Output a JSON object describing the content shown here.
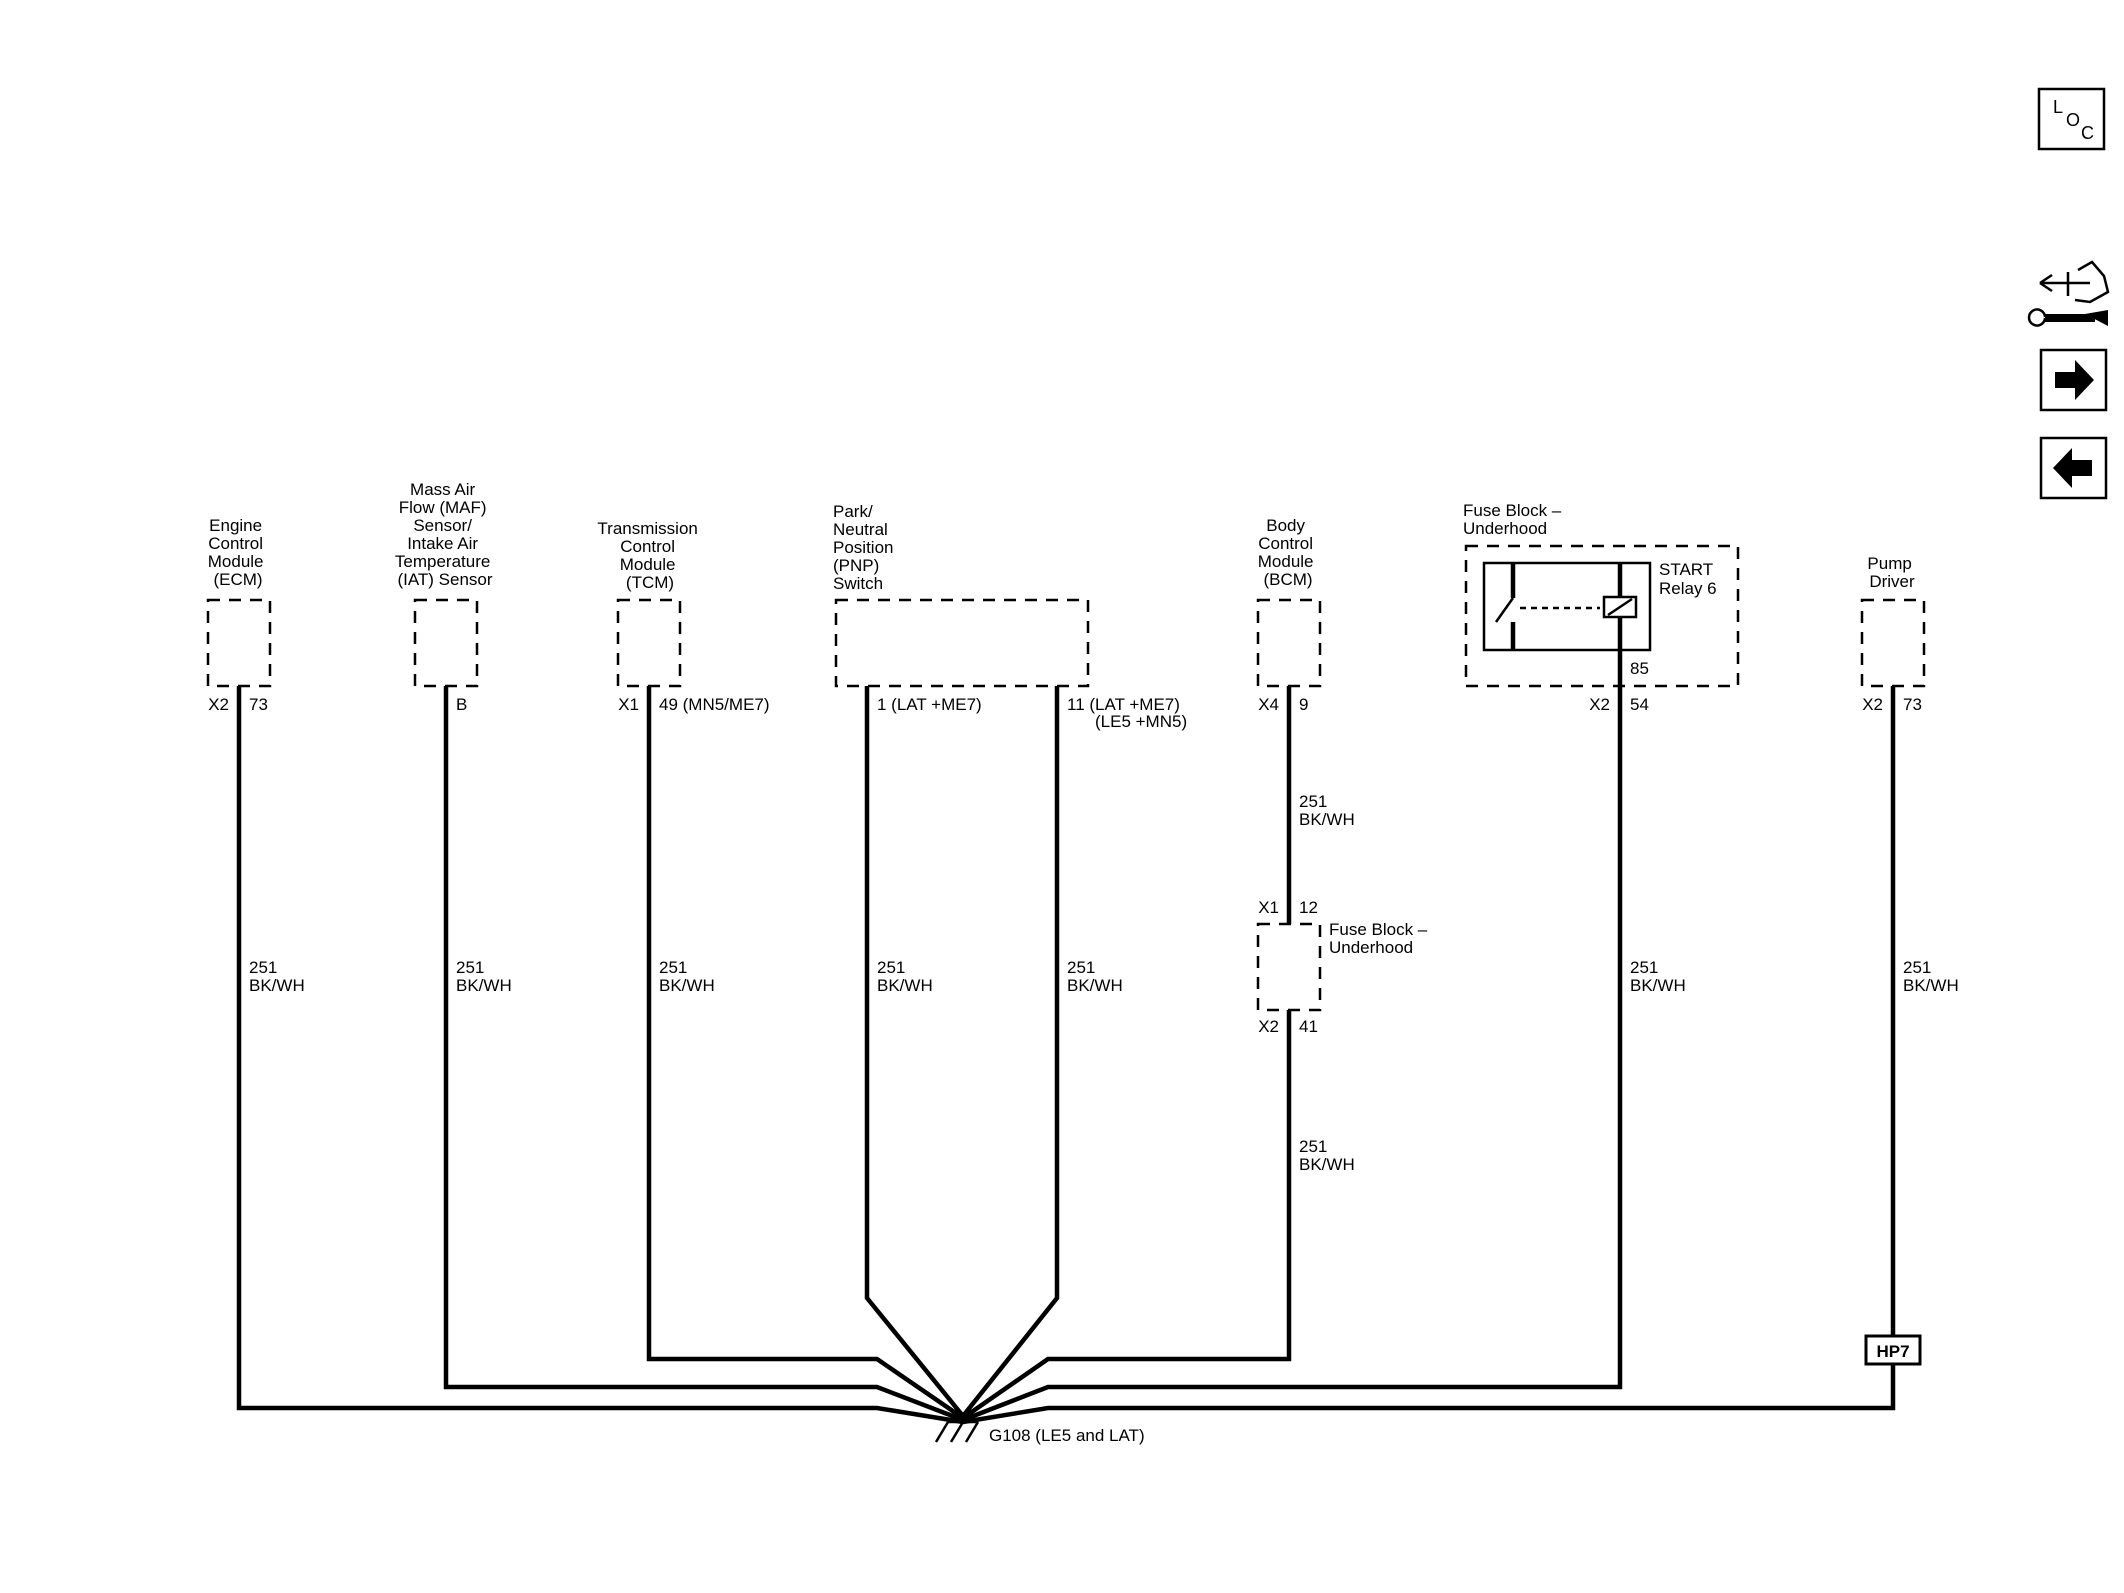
{
  "components": {
    "ecm": {
      "lines": [
        "Engine",
        "Control",
        "Module",
        "(ECM)"
      ],
      "pin_left": "X2",
      "pin_right": "73"
    },
    "maf": {
      "lines": [
        "Mass Air",
        "Flow (MAF)",
        "Sensor/",
        "Intake Air",
        "Temperature",
        "(IAT) Sensor"
      ],
      "pin_right": "B"
    },
    "tcm": {
      "lines": [
        "Transmission",
        "Control",
        "Module",
        "(TCM)"
      ],
      "pin_left": "X1",
      "pin_right": "49 (MN5/ME7)"
    },
    "pnp": {
      "lines": [
        "Park/",
        "Neutral",
        "Position",
        "(PNP)",
        "Switch"
      ],
      "pin1": "1 (LAT +ME7)",
      "pin2_lines": [
        "11 (LAT +ME7)",
        "(LE5 +MN5)"
      ]
    },
    "bcm": {
      "lines": [
        "Body",
        "Control",
        "Module",
        "(BCM)"
      ],
      "pin_left": "X4",
      "pin_right": "9"
    },
    "fuse_block_relay": {
      "lines": [
        "Fuse Block –",
        "Underhood"
      ],
      "relay_lines": [
        "START",
        "Relay 6"
      ],
      "relay_pin": "85",
      "pin_left": "X2",
      "pin_right": "54"
    },
    "fuse_block_inline": {
      "lines": [
        "Fuse Block –",
        "Underhood"
      ],
      "top_left": "X1",
      "top_right": "12",
      "bottom_left": "X2",
      "bottom_right": "41"
    },
    "pump": {
      "lines": [
        "Pump",
        "Driver"
      ],
      "pin_left": "X2",
      "pin_right": "73"
    }
  },
  "wire": {
    "circuit": "251",
    "color": "BK/WH"
  },
  "splice": {
    "label": "HP7"
  },
  "ground": {
    "label": "G108 (LE5 and LAT)"
  },
  "nav": {
    "loc": {
      "l": "L",
      "o": "O",
      "c": "C"
    },
    "icons": [
      "connector-harness-icon",
      "next-arrow-icon",
      "previous-arrow-icon"
    ]
  }
}
